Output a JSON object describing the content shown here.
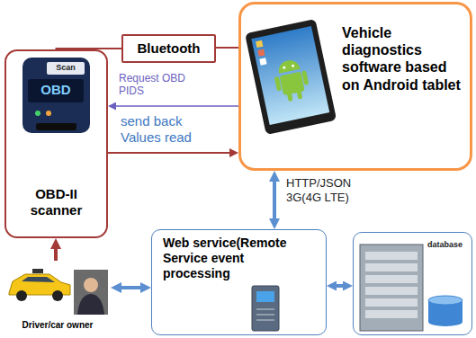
{
  "diagram": {
    "nodes": [
      {
        "text": [
          "Bluetooth"
        ]
      },
      {
        "text": [
          "Vehicle diagnostics software based on Android tablet"
        ]
      },
      {
        "text": [
          "OBD-II scanner"
        ]
      },
      {
        "text": [
          "Web service(Remote Service event processing"
        ]
      },
      {
        "text": [
          "database"
        ]
      },
      {
        "text": [
          "Driver/car owner"
        ]
      }
    ],
    "edges": [
      {
        "from": 2,
        "to": 0,
        "arrow": "none"
      },
      {
        "from": 0,
        "to": 1,
        "arrow": "none"
      },
      {
        "from": 1,
        "to": 2,
        "arrow": "to",
        "label": "Request OBD PIDS"
      },
      {
        "from": 2,
        "to": 1,
        "arrow": "to",
        "label": "send back Values read"
      },
      {
        "from": 1,
        "to": 3,
        "arrow": "both",
        "label": "HTTP/JSON 3G(4G LTE)"
      },
      {
        "from": 5,
        "to": 2,
        "arrow": "to"
      },
      {
        "from": 5,
        "to": 3,
        "arrow": "both"
      },
      {
        "from": 3,
        "to": 4,
        "arrow": "both"
      }
    ],
    "labels": [
      "OBD",
      "Scan"
    ]
  }
}
